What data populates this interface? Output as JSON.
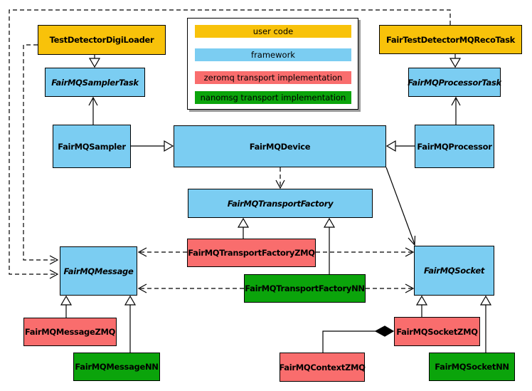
{
  "colors": {
    "user_code": "#F8C20A",
    "framework": "#7BCDF2",
    "zeromq": "#F96D6D",
    "nanomsg": "#0BA40B",
    "line": "#000000",
    "legend_shadow": "#9a9a9a"
  },
  "legend": {
    "items": [
      {
        "label": "user code",
        "category": "user_code"
      },
      {
        "label": "framework",
        "category": "framework"
      },
      {
        "label": "zeromq transport implementation",
        "category": "zeromq"
      },
      {
        "label": "nanomsg transport implementation",
        "category": "nanomsg"
      }
    ]
  },
  "nodes": {
    "testDetectorDigiLoader": {
      "label": "TestDetectorDigiLoader",
      "category": "user_code",
      "abstract": false
    },
    "fairTestDetectorMQRecoTask": {
      "label": "FairTestDetectorMQRecoTask",
      "category": "user_code",
      "abstract": false
    },
    "fairMQSamplerTask": {
      "label": "FairMQSamplerTask",
      "category": "framework",
      "abstract": true
    },
    "fairMQProcessorTask": {
      "label": "FairMQProcessorTask",
      "category": "framework",
      "abstract": true
    },
    "fairMQSampler": {
      "label": "FairMQSampler",
      "category": "framework",
      "abstract": false
    },
    "fairMQProcessor": {
      "label": "FairMQProcessor",
      "category": "framework",
      "abstract": false
    },
    "fairMQDevice": {
      "label": "FairMQDevice",
      "category": "framework",
      "abstract": false
    },
    "fairMQTransportFactory": {
      "label": "FairMQTransportFactory",
      "category": "framework",
      "abstract": true
    },
    "fairMQTransportFactoryZMQ": {
      "label": "FairMQTransportFactoryZMQ",
      "category": "zeromq",
      "abstract": false
    },
    "fairMQTransportFactoryNN": {
      "label": "FairMQTransportFactoryNN",
      "category": "nanomsg",
      "abstract": false
    },
    "fairMQMessage": {
      "label": "FairMQMessage",
      "category": "framework",
      "abstract": true
    },
    "fairMQSocket": {
      "label": "FairMQSocket",
      "category": "framework",
      "abstract": true
    },
    "fairMQMessageZMQ": {
      "label": "FairMQMessageZMQ",
      "category": "zeromq",
      "abstract": false
    },
    "fairMQMessageNN": {
      "label": "FairMQMessageNN",
      "category": "nanomsg",
      "abstract": false
    },
    "fairMQSocketZMQ": {
      "label": "FairMQSocketZMQ",
      "category": "zeromq",
      "abstract": false
    },
    "fairMQSocketNN": {
      "label": "FairMQSocketNN",
      "category": "nanomsg",
      "abstract": false
    },
    "fairMQContextZMQ": {
      "label": "FairMQContextZMQ",
      "category": "zeromq",
      "abstract": false
    }
  },
  "edges": [
    {
      "from": "TestDetectorDigiLoader",
      "to": "FairMQSamplerTask",
      "type": "inheritance",
      "style": "solid"
    },
    {
      "from": "FairTestDetectorMQRecoTask",
      "to": "FairMQProcessorTask",
      "type": "inheritance",
      "style": "solid"
    },
    {
      "from": "FairMQSampler",
      "to": "FairMQSamplerTask",
      "type": "association",
      "style": "solid"
    },
    {
      "from": "FairMQProcessor",
      "to": "FairMQProcessorTask",
      "type": "association",
      "style": "solid"
    },
    {
      "from": "FairMQSampler",
      "to": "FairMQDevice",
      "type": "inheritance",
      "style": "solid"
    },
    {
      "from": "FairMQProcessor",
      "to": "FairMQDevice",
      "type": "inheritance",
      "style": "solid"
    },
    {
      "from": "FairMQDevice",
      "to": "FairMQTransportFactory",
      "type": "dependency",
      "style": "dashed"
    },
    {
      "from": "FairMQDevice",
      "to": "FairMQSocket",
      "type": "association",
      "style": "solid"
    },
    {
      "from": "FairMQTransportFactoryZMQ",
      "to": "FairMQTransportFactory",
      "type": "inheritance",
      "style": "solid"
    },
    {
      "from": "FairMQTransportFactoryNN",
      "to": "FairMQTransportFactory",
      "type": "inheritance",
      "style": "solid"
    },
    {
      "from": "FairMQTransportFactoryZMQ",
      "to": "FairMQMessage",
      "type": "dependency",
      "style": "dashed"
    },
    {
      "from": "FairMQTransportFactoryZMQ",
      "to": "FairMQSocket",
      "type": "dependency",
      "style": "dashed"
    },
    {
      "from": "FairMQTransportFactoryNN",
      "to": "FairMQMessage",
      "type": "dependency",
      "style": "dashed"
    },
    {
      "from": "FairMQTransportFactoryNN",
      "to": "FairMQSocket",
      "type": "dependency",
      "style": "dashed"
    },
    {
      "from": "FairMQMessageZMQ",
      "to": "FairMQMessage",
      "type": "inheritance",
      "style": "solid"
    },
    {
      "from": "FairMQMessageNN",
      "to": "FairMQMessage",
      "type": "inheritance",
      "style": "solid"
    },
    {
      "from": "FairMQSocketZMQ",
      "to": "FairMQSocket",
      "type": "inheritance",
      "style": "solid"
    },
    {
      "from": "FairMQSocketNN",
      "to": "FairMQSocket",
      "type": "inheritance",
      "style": "solid"
    },
    {
      "from": "TestDetectorDigiLoader",
      "to": "FairMQMessage",
      "type": "dependency",
      "style": "dashed"
    },
    {
      "from": "FairTestDetectorMQRecoTask",
      "to": "FairMQMessage",
      "type": "dependency",
      "style": "dashed"
    },
    {
      "from": "FairMQContextZMQ",
      "to": "FairMQSocketZMQ",
      "type": "composition",
      "style": "solid"
    }
  ]
}
